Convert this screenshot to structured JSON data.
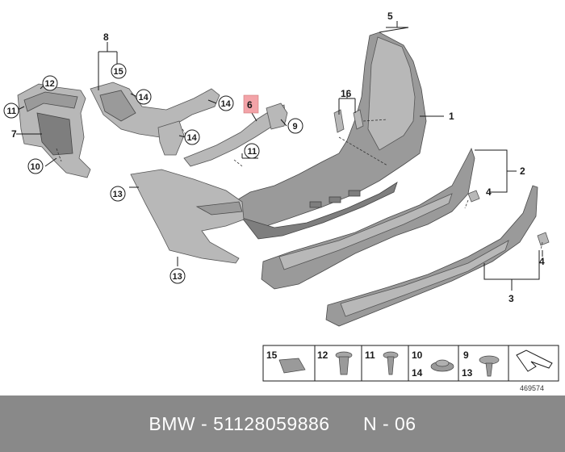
{
  "callouts": {
    "c1": "1",
    "c2": "2",
    "c3": "3",
    "c4a": "4",
    "c4b": "4",
    "c5": "5",
    "c6": "6",
    "c7": "7",
    "c8": "8",
    "c9": "9",
    "c10": "10",
    "c11a": "11",
    "c11b": "11",
    "c12": "12",
    "c13a": "13",
    "c13b": "13",
    "c14a": "14",
    "c14b": "14",
    "c14c": "14",
    "c15": "15",
    "c16": "16"
  },
  "legend": {
    "cells": [
      {
        "labels": [
          "15"
        ]
      },
      {
        "labels": [
          "12"
        ]
      },
      {
        "labels": [
          "11"
        ]
      },
      {
        "labels": [
          "10",
          "14"
        ]
      },
      {
        "labels": [
          "9",
          "13"
        ]
      }
    ],
    "reference": "469574"
  },
  "footer": {
    "brand": "BMW",
    "part_number": "51128059886",
    "position": "N - 06",
    "separator": " - "
  },
  "colors": {
    "footer_bg": "#898989",
    "highlight_callout": "#f3a3a8",
    "part_grey": "#9a9a9a"
  }
}
